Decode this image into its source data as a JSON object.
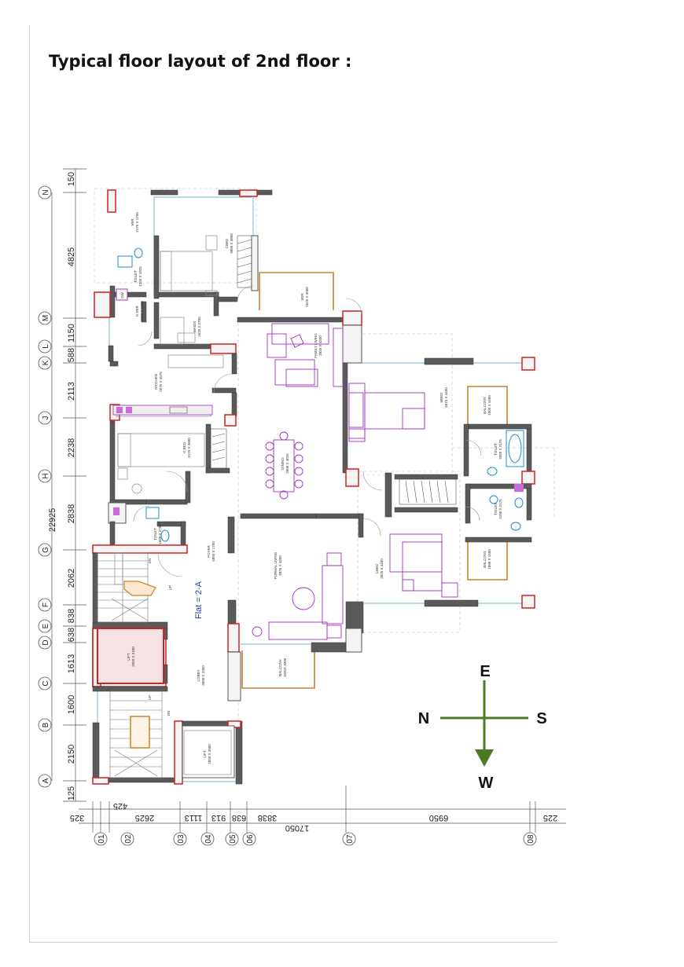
{
  "page": {
    "title": "Typical floor layout of 2nd floor :"
  },
  "grid_rows": [
    {
      "label": "N",
      "dim_before": "150"
    },
    {
      "label": "M",
      "dim_before": "4825"
    },
    {
      "label": "L",
      "dim_before": "1150"
    },
    {
      "label": "K",
      "dim_before": "588"
    },
    {
      "label": "J",
      "dim_before": "2113"
    },
    {
      "label": "H",
      "dim_before": "2238"
    },
    {
      "label": "G",
      "dim_before": "2838"
    },
    {
      "label": "F",
      "dim_before": "2062"
    },
    {
      "label": "E",
      "dim_before": "838"
    },
    {
      "label": "D",
      "dim_before": "638"
    },
    {
      "label": "C",
      "dim_before": "1613"
    },
    {
      "label": "B",
      "dim_before": "1600"
    },
    {
      "label": "A",
      "dim_before": "2150"
    }
  ],
  "overall_height": "22925",
  "bottom_extra": "125",
  "grid_cols": [
    "01",
    "02",
    "03",
    "04",
    "05",
    "06",
    "07",
    "08"
  ],
  "col_dims": [
    "325",
    "425",
    "2625",
    "1113",
    "913",
    "638",
    "3838",
    "6950",
    "225"
  ],
  "overall_width": "17050",
  "flat_label": "Flat = 2-A",
  "rooms": {
    "ver_top": [
      "VER",
      "2175 X 1750"
    ],
    "cbed_top": [
      "CBED",
      "3850 X 3800"
    ],
    "toilet_top": [
      "TOILET",
      "1350 X 1825"
    ],
    "dw": "DW",
    "kver": [
      "K.VER",
      "2200 X 1750"
    ],
    "maids": [
      "MAIDS",
      "1625 X 2700"
    ],
    "ver_mid": [
      "VER",
      "1625 X 3000"
    ],
    "family_living": [
      "FAMILY LIVING",
      "3925 X 4200"
    ],
    "kitchen": [
      "KITCHEN",
      "2575 X 4575"
    ],
    "gbed": [
      "G.BED",
      "3175 X 3600"
    ],
    "dining": [
      "DINING",
      "3900 X 4025"
    ],
    "mbed": [
      "MBED",
      "4675 X 4450"
    ],
    "balcony_1": [
      "BALCONY",
      "1500 X 1500"
    ],
    "toilet_m1": [
      "TOILET",
      "2050 X 2175"
    ],
    "toilet_m2": [
      "TOILET",
      "2100 X 2175"
    ],
    "toilet_g": [
      "TOILET",
      "1500 X 2750"
    ],
    "foyer": [
      "FOYER",
      "5850 X 1700"
    ],
    "formal_living": [
      "FORMAL LIVING",
      "4825 X 4200"
    ],
    "cbed_low": [
      "CBED",
      "3925 X 4450"
    ],
    "balcony_2": [
      "BALCONY",
      "1500 X 1500"
    ],
    "lift_1": [
      "LIFT",
      "2050 X 2400"
    ],
    "lobby": [
      "LOBBY",
      "3600 X 2350"
    ],
    "balcony_3": [
      "BALCONY",
      "1825X 3000"
    ],
    "lift_2": [
      "LIFT",
      "1850 X 2000"
    ],
    "stair_dn": "DN",
    "stair_up": "UP"
  },
  "compass": {
    "north": "N",
    "south": "S",
    "east": "E",
    "west": "W",
    "arrow_color": "#4c7a24"
  },
  "colors": {
    "wall": "#555555",
    "column": "#d22222",
    "furniture": "#a12fc6",
    "fixture": "#1a8fc9",
    "balcony_rail": "#c8842a",
    "glass": "#8ec4d4"
  }
}
